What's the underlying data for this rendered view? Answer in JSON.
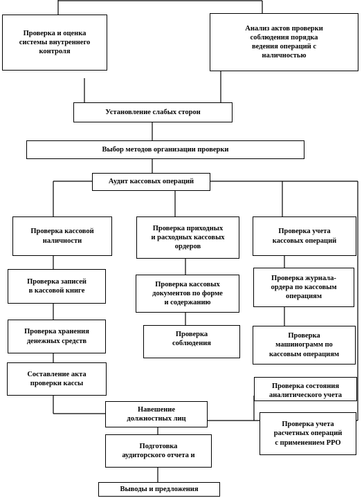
{
  "boxes": {
    "internal_control_check": "Проверка и оценка\nсистемы внутреннего\nконтроля",
    "acts_analysis": "Анализ актов проверки\nсоблюдения порядка\nведения операций с\nналичностью",
    "weak_points": "Установление слабых сторон",
    "method_choice": "Выбор методов организации проверки",
    "cash_audit": "Аудит кассовых операций",
    "cash_on_hand_check": "Проверка кассовой\nналичности",
    "cash_orders_check": "Проверка приходных\nи расходных кассовых\nордеров",
    "cash_accounting_check": "Проверка учета\nкассовых операций",
    "cash_book_check": "Проверка записей\nв кассовой книге",
    "cash_documents_check": "Проверка кассовых\nдокументов по форме\nи содержанию",
    "journal_order_check": "Проверка журнала-\nордера по кассовым\nоперациям",
    "money_storage_check": "Проверка хранения\nденежных средств",
    "compliance_check": "Проверка\nсоблюдения",
    "machinegram_check": "Проверка\nмашинограмм по\nкассовым операциям",
    "cash_audit_act": "Составление акта\nпроверки кассы",
    "analytic_accounting_check": "Проверка состояния\nаналитического учета",
    "officials_interview": "Навешение\nдолжностных лиц",
    "rro_check": "Проверка учета\nрасчетных операций\nс применением РРО",
    "audit_report": "Подготовка\nаудиторского отчета и",
    "conclusions": "Выводы и предложения"
  }
}
